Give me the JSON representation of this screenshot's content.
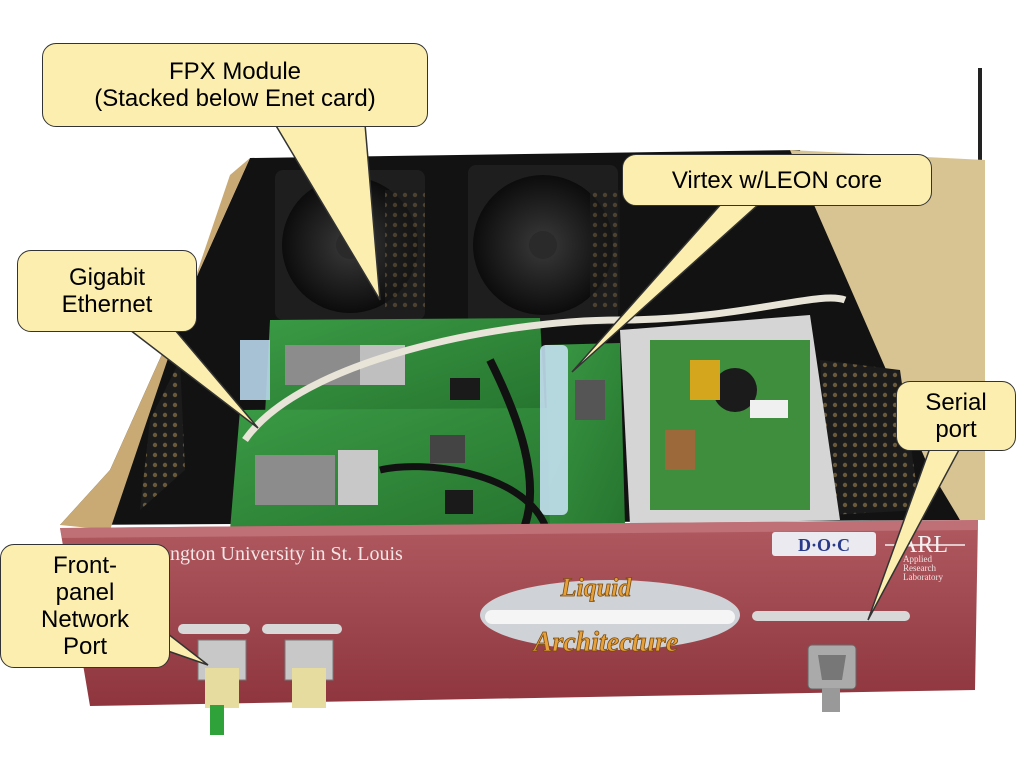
{
  "photo": {
    "front_panel_text": "ngton University in St. Louis",
    "top_logo_text": "D·O·C",
    "arl_text": "ARL",
    "arl_caption_lines": [
      "Applied",
      "Research",
      "Laboratory"
    ],
    "center_logo_lines": [
      "Liquid",
      "Architecture"
    ]
  },
  "callouts": {
    "fpx": {
      "lines": [
        "FPX Module",
        "(Stacked below Enet card)"
      ]
    },
    "virtex": {
      "lines": [
        "Virtex w/LEON core"
      ]
    },
    "gigabit": {
      "lines": [
        "Gigabit",
        "Ethernet"
      ]
    },
    "serial": {
      "lines": [
        "Serial",
        "port"
      ]
    },
    "front_panel": {
      "lines": [
        "Front-",
        "panel",
        "Network",
        "Port"
      ]
    }
  },
  "colors": {
    "callout_fill": "#fbeeae",
    "chassis_red": "#9a4048",
    "pcb_green": "#2f8a3a"
  }
}
